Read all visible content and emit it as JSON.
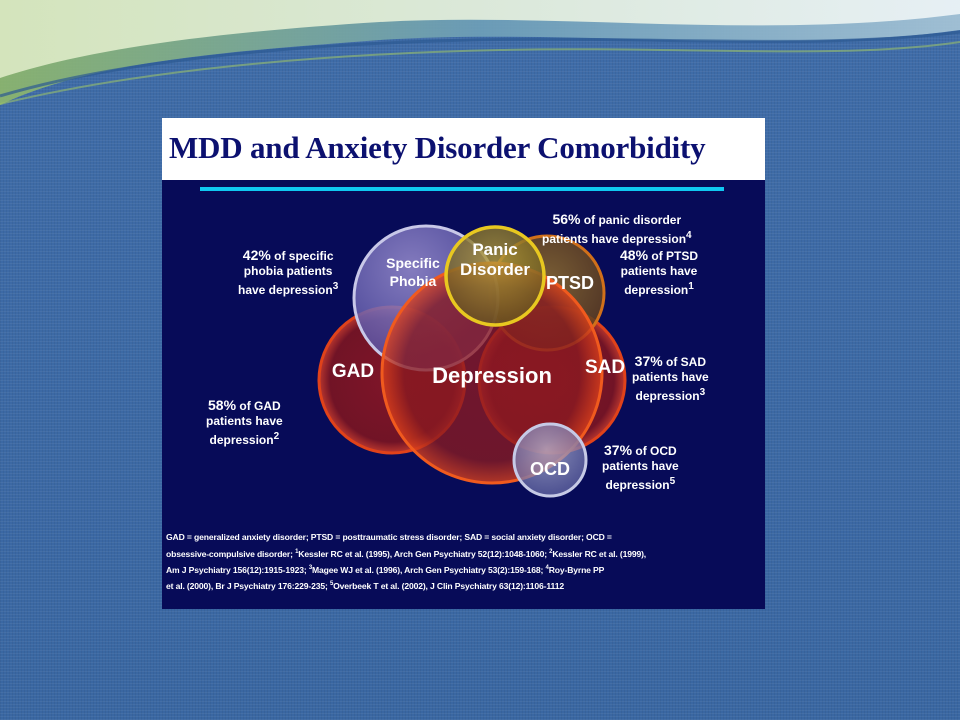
{
  "slide": {
    "title": "MDD and Anxiety Disorder Comorbidity"
  },
  "diagram": {
    "circles": [
      {
        "key": "gad",
        "label": "GAD"
      },
      {
        "key": "specific_phobia",
        "label_line1": "Specific",
        "label_line2": "Phobia"
      },
      {
        "key": "panic",
        "label_line1": "Panic",
        "label_line2": "Disorder"
      },
      {
        "key": "ptsd",
        "label": "PTSD"
      },
      {
        "key": "sad",
        "label": "SAD"
      },
      {
        "key": "ocd",
        "label": "OCD"
      },
      {
        "key": "depression",
        "label": "Depression"
      }
    ],
    "colors": {
      "depression": "#e0421a",
      "gad": "#a8203a",
      "sad": "#a8203a",
      "specific_phobia": "#7e7ec8",
      "panic": "#d7b020",
      "ptsd": "#c38a1e",
      "ocd": "#8c96c8"
    }
  },
  "stats": {
    "panic": {
      "pct": "56%",
      "line1": " of panic disorder",
      "line2": "patients have depression",
      "ref": "4"
    },
    "ptsd": {
      "pct": "48%",
      "line1": " of PTSD",
      "line2": "patients have",
      "line3": "depression",
      "ref": "1"
    },
    "specific_phobia": {
      "pct": "42%",
      "line1": " of specific",
      "line2": "phobia patients",
      "line3": "have depression",
      "ref": "3"
    },
    "sad": {
      "pct": "37%",
      "line1": " of SAD",
      "line2": "patients have",
      "line3": "depression",
      "ref": "3"
    },
    "gad": {
      "pct": "58%",
      "line1": " of GAD",
      "line2": "patients have",
      "line3": "depression",
      "ref": "2"
    },
    "ocd": {
      "pct": "37%",
      "line1": " of OCD",
      "line2": "patients have",
      "line3": "depression",
      "ref": "5"
    }
  },
  "footnote": {
    "p1": "GAD = generalized anxiety disorder; PTSD = posttraumatic stress disorder; SAD = social anxiety disorder; OCD =",
    "p2": "obsessive-compulsive disorder; ",
    "r1": "1",
    "p3": "Kessler RC et al. (1995), Arch Gen Psychiatry 52(12):1048-1060; ",
    "r2": "2",
    "p4": "Kessler RC et al. (1999),",
    "p5": "Am J Psychiatry 156(12):1915-1923; ",
    "r3": "3",
    "p6": "Magee WJ et al. (1996), Arch Gen Psychiatry 53(2):159-168; ",
    "r4": "4",
    "p7": "Roy-Byrne PP",
    "p8": "et al. (2000), Br J Psychiatry 176:229-235; ",
    "r5": "5",
    "p9": "Overbeek T et al. (2002), J Clin Psychiatry 63(12):1106-1112"
  }
}
